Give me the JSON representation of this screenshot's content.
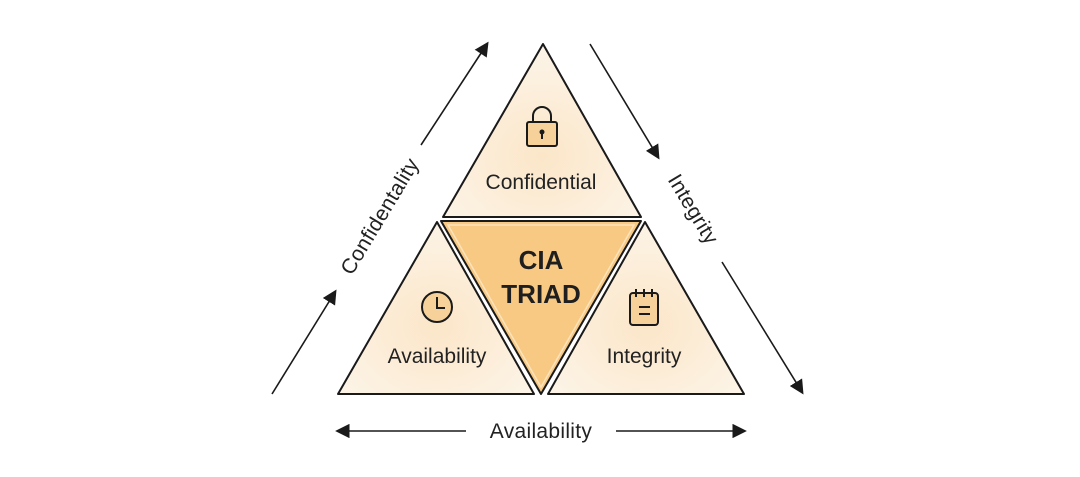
{
  "diagram": {
    "center_label_line1": "CIA",
    "center_label_line2": "TRIAD",
    "top_label": "Confidential",
    "left_label": "Availability",
    "right_label": "Integrity",
    "left_side_label": "Confidentality",
    "right_side_label": "Integrity",
    "bottom_label": "Availability",
    "colors": {
      "outer_fill": "#fdf4e8",
      "center_fill": "#f7c983",
      "stroke": "#1a1a1a",
      "icon_fill": "#f6d29a"
    },
    "icons": [
      "lock-icon",
      "clock-icon",
      "notepad-icon"
    ]
  }
}
